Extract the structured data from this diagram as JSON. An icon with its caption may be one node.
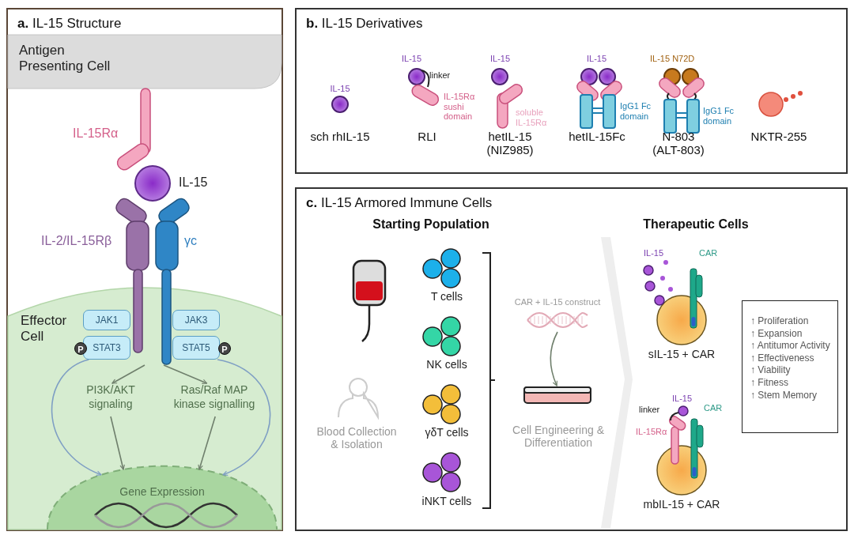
{
  "diagram": {
    "nodes": [
      {
        "text": [
          "**a.** IL-15 Structure"
        ]
      },
      {
        "text": [
          "Antigen Presenting Cell"
        ],
        "in": 0
      },
      {
        "text": [
          "Effector Cell"
        ],
        "in": 0
      },
      {
        "text": [
          "JAK1"
        ],
        "in": 2
      },
      {
        "text": [
          "STAT3"
        ],
        "in": 2
      },
      {
        "text": [
          "JAK3"
        ],
        "in": 2
      },
      {
        "text": [
          "STAT5"
        ],
        "in": 2
      },
      {
        "text": [
          "PI3K/AKT signaling"
        ],
        "in": 2
      },
      {
        "text": [
          "Ras/Raf MAP kinase signalling"
        ],
        "in": 2
      },
      {
        "text": [
          "Gene Expression"
        ],
        "in": 2
      },
      {
        "text": [
          "**b.** IL-15 Derivatives"
        ]
      },
      {
        "text": [
          "**c.** IL-15 Armored Immune Cells"
        ]
      },
      {
        "text": [
          "CAR + IL-15 construct"
        ],
        "in": 11
      },
      {
        "text": [],
        "shape": "picture",
        "in": 11
      },
      {
        "text": [
          "↑ Proliferation",
          "↑ Expansion",
          "↑ Antitumor Activity",
          "↑ Effectiveness",
          "↑ Viability",
          "↑ Fitness",
          "↑ Stem Memory"
        ],
        "in": 11
      },
      {
        "text": [],
        "shape": "chevron",
        "in": 11
      }
    ],
    "edges": [
      {
        "from": null,
        "to": 7,
        "arrow": "to"
      },
      {
        "from": null,
        "to": 8,
        "arrow": "to"
      },
      {
        "from": 4,
        "to": 9,
        "arrow": "to",
        "color": "#7f9fc4"
      },
      {
        "from": 6,
        "to": 9,
        "arrow": "to",
        "color": "#7f9fc4"
      },
      {
        "from": 7,
        "to": 9,
        "arrow": "to"
      },
      {
        "from": 8,
        "to": 9,
        "arrow": "to"
      },
      {
        "from": 12,
        "to": 13,
        "arrow": "to"
      }
    ],
    "labels": [
      "IL-15Rα",
      "IL-15",
      "IL-2/IL-15Rβ",
      "γc",
      "P",
      "P",
      "IL-15",
      "IL-15",
      "linker",
      "IL-15Rα sushi domain",
      "IL-15",
      "soluble IL-15Rα",
      "IL-15",
      "IgG1 Fc domain",
      "IL-15 N72D",
      "IgG1 Fc domain",
      "sch rhIL-15",
      "RLI",
      "hetIL-15 (NIZ985)",
      "hetIL-15Fc",
      "N-803 (ALT-803)",
      "NKTR-255",
      "Starting Population",
      "Therapeutic Cells",
      "T cells",
      "NK cells",
      "Blood Collection & Isolation",
      "γδT cells",
      "iNKT cells",
      "Cell Engineering & Differentiation",
      "IL-15",
      "CAR",
      "sIL-15 + CAR",
      "IL-15",
      "linker",
      "CAR",
      "IL-15Rα",
      "mbIL-15 + CAR"
    ]
  }
}
